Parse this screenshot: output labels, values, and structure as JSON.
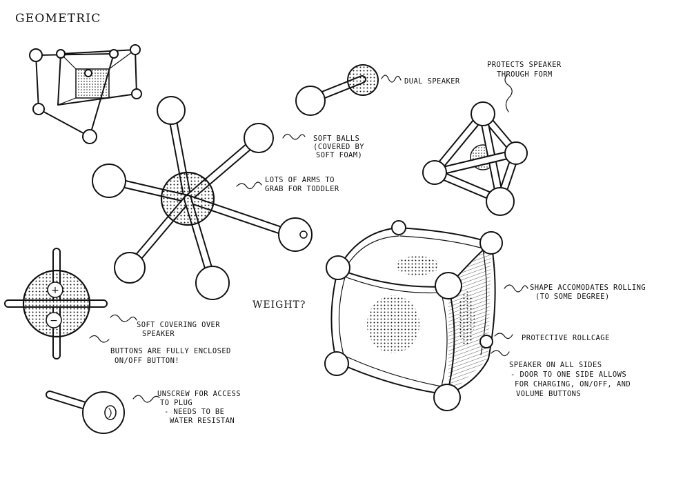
{
  "page": {
    "title": "GEOMETRIC"
  },
  "annotations": {
    "dual_speaker": "DUAL SPEAKER",
    "protects_speaker_line1": "PROTECTS SPEAKER",
    "protects_speaker_line2": "THROUGH FORM",
    "soft_balls_line1": "SOFT BALLS",
    "soft_balls_line2": "(COVERED BY",
    "soft_balls_line3": "SOFT FOAM)",
    "lots_of_arms_line1": "LOTS OF ARMS TO",
    "lots_of_arms_line2": "GRAB FOR TODDLER",
    "weight": "WEIGHT?",
    "soft_covering_line1": "SOFT COVERING OVER",
    "soft_covering_line2": "SPEAKER",
    "buttons_enclosed_line1": "BUTTONS ARE FULLY ENCLOSED",
    "buttons_enclosed_line2": "ON/OFF BUTTON!",
    "unscrew_line1": "UNSCREW FOR ACCESS",
    "unscrew_line2": "TO PLUG",
    "unscrew_line3": "- NEEDS TO BE",
    "unscrew_line4": "WATER RESISTAN",
    "shape_rolling_line1": "SHAPE ACCOMODATES ROLLING",
    "shape_rolling_line2": "(TO SOME DEGREE)",
    "protective_rollcage": "PROTECTIVE ROLLCAGE",
    "speaker_sides_line1": "SPEAKER ON ALL SIDES",
    "speaker_sides_line2": "- DOOR TO ONE SIDE ALLOWS",
    "speaker_sides_line3": "FOR CHARGING, ON/OFF, AND",
    "speaker_sides_line4": "VOLUME BUTTONS"
  },
  "button_symbols": {
    "plus": "+",
    "minus": "−"
  },
  "colors": {
    "ink": "#111111",
    "paper": "#ffffff"
  }
}
